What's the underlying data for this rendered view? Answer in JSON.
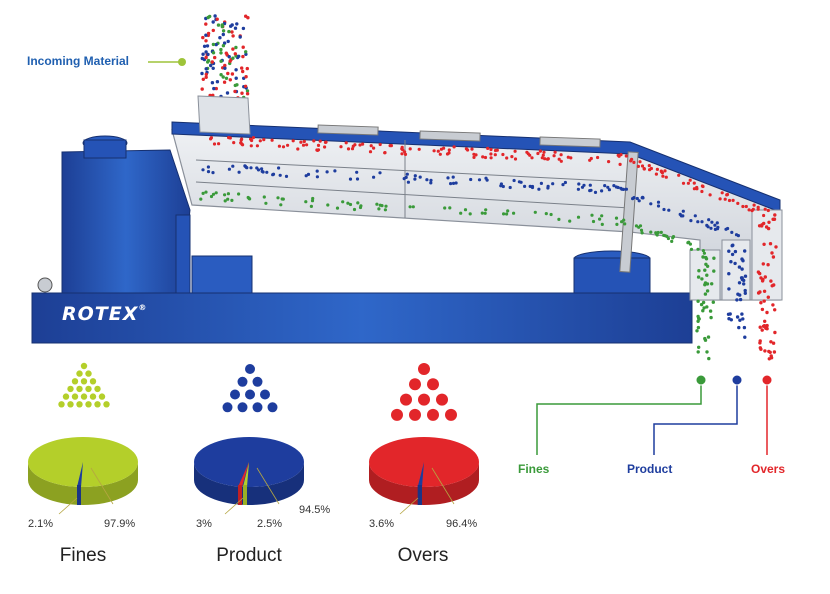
{
  "incoming_label": "Incoming Material",
  "brand": "ROTEX",
  "brand_mark": "®",
  "colors": {
    "fines": "#3a9a3a",
    "fines_pie": "#b4cf2a",
    "product": "#1e3d9e",
    "overs": "#e2262a",
    "machine": "#1f4fb0",
    "callout_blue": "#1f5fb0",
    "callout_green": "#9ec43a"
  },
  "outlets": [
    {
      "label": "Fines",
      "color": "#3a9a3a"
    },
    {
      "label": "Product",
      "color": "#1e3d9e"
    },
    {
      "label": "Overs",
      "color": "#e2262a"
    }
  ],
  "pies": [
    {
      "title": "Fines",
      "main_pct": "97.9%",
      "minor_pcts": [
        "2.1%"
      ],
      "main_color": "#b4cf2a",
      "slices": [
        {
          "label": "Fines",
          "value": 97.9,
          "color": "#b4cf2a"
        },
        {
          "label": "Product",
          "value": 2.1,
          "color": "#1e3d9e"
        }
      ]
    },
    {
      "title": "Product",
      "main_pct": "94.5%",
      "minor_pcts": [
        "3%",
        "2.5%"
      ],
      "main_color": "#1e3d9e",
      "slices": [
        {
          "label": "Product",
          "value": 94.5,
          "color": "#1e3d9e"
        },
        {
          "label": "Fines",
          "value": 3,
          "color": "#b4cf2a"
        },
        {
          "label": "Overs",
          "value": 2.5,
          "color": "#e2262a"
        }
      ]
    },
    {
      "title": "Overs",
      "main_pct": "96.4%",
      "minor_pcts": [
        "3.6%"
      ],
      "main_color": "#e2262a",
      "slices": [
        {
          "label": "Overs",
          "value": 96.4,
          "color": "#e2262a"
        },
        {
          "label": "Product",
          "value": 3.6,
          "color": "#1e3d9e"
        }
      ]
    }
  ]
}
